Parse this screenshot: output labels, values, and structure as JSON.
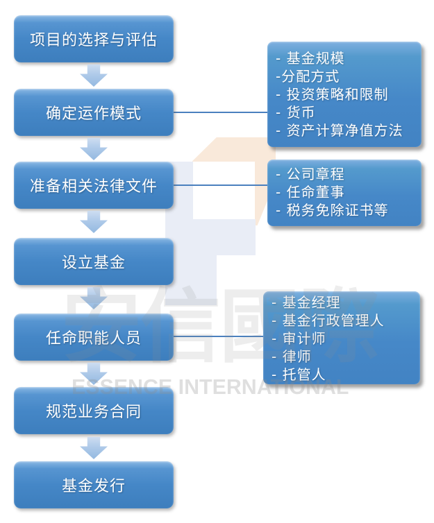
{
  "flow": {
    "steps": [
      {
        "label": "项目的选择与评估"
      },
      {
        "label": "确定运作模式"
      },
      {
        "label": "准备相关法律文件"
      },
      {
        "label": "设立基金"
      },
      {
        "label": "任命职能人员"
      },
      {
        "label": "规范业务合同"
      },
      {
        "label": "基金发行"
      }
    ],
    "side_notes": [
      {
        "attached_to_step": "确定运作模式",
        "items": [
          "- 基金规模",
          "-分配方式",
          "- 投资策略和限制",
          "- 货币",
          "- 资产计算净值方法"
        ]
      },
      {
        "attached_to_step": "准备相关法律文件",
        "items": [
          "- 公司章程",
          "- 任命董事",
          "- 税务免除证书等"
        ]
      },
      {
        "attached_to_step": "任命职能人员",
        "items": [
          "- 基金经理",
          "- 基金行政管理人",
          "- 审计师",
          "- 律师",
          "- 托管人"
        ]
      }
    ]
  },
  "watermark": {
    "cn": "安信國際",
    "en": "ESSENCE INTERNATIONAL"
  },
  "colors": {
    "step_box_top": "#8ab8e4",
    "step_box_bottom": "#3d7ebd",
    "arrow_fill": "#afcae9",
    "connector_line": "#4a80be",
    "logo_peach": "#f9e9da",
    "logo_light_blue": "#e9edf6",
    "text_on_box": "#ffffff"
  }
}
